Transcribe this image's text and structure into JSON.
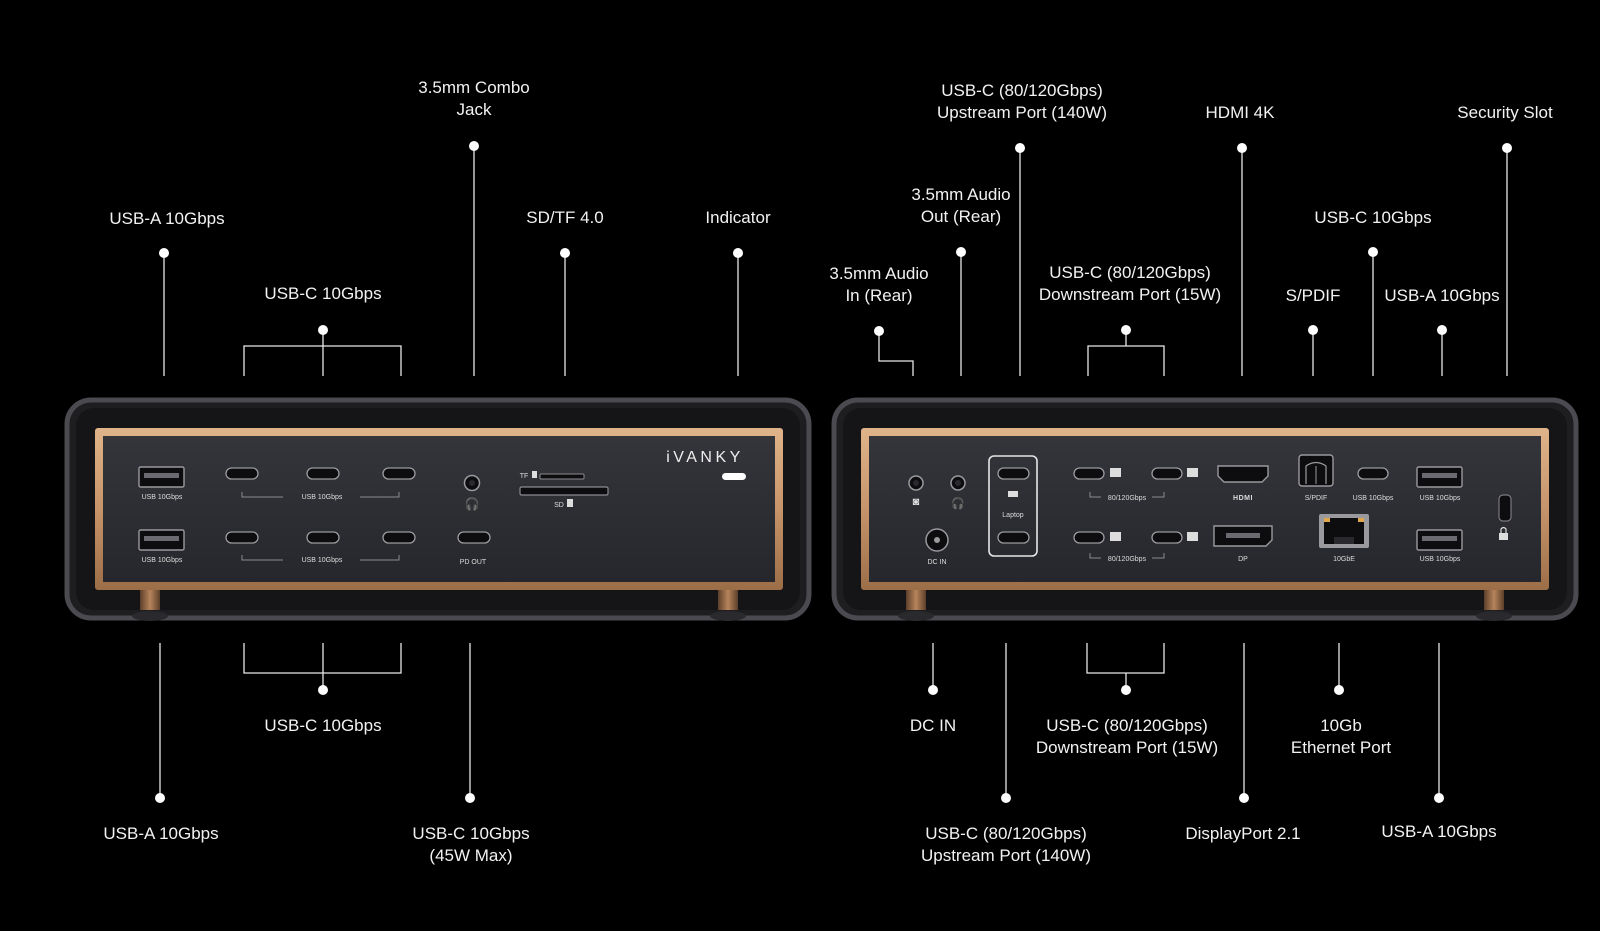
{
  "brand": "iVANKY",
  "colors": {
    "background": "#000000",
    "frame": "#1e1e21",
    "bezel": "#4a4a50",
    "panel": "#2c2d32",
    "gold": "#c6946a",
    "text": "#f2f2f2",
    "port_label": "#dddddd"
  },
  "front": {
    "callouts": [
      {
        "id": "usb-a-top",
        "lines": [
          "USB-A 10Gbps"
        ]
      },
      {
        "id": "usb-c-top",
        "lines": [
          "USB-C 10Gbps"
        ]
      },
      {
        "id": "combo-jack",
        "lines": [
          "3.5mm Combo",
          "Jack"
        ]
      },
      {
        "id": "sd-tf",
        "lines": [
          "SD/TF 4.0"
        ]
      },
      {
        "id": "indicator",
        "lines": [
          "Indicator"
        ]
      },
      {
        "id": "usb-c-bottom",
        "lines": [
          "USB-C 10Gbps"
        ]
      },
      {
        "id": "usb-a-bottom",
        "lines": [
          "USB-A 10Gbps"
        ]
      },
      {
        "id": "usb-c-pd",
        "lines": [
          "USB-C 10Gbps",
          "(45W Max)"
        ]
      }
    ],
    "port_labels": {
      "usb_a_1": "USB 10Gbps",
      "usb_c_1": "USB 10Gbps",
      "usb_a_2": "USB 10Gbps",
      "usb_c_2": "USB 10Gbps",
      "tf": "TF",
      "sd": "SD",
      "pd_out": "PD OUT"
    }
  },
  "rear": {
    "callouts": [
      {
        "id": "upstream-top",
        "lines": [
          "USB-C (80/120Gbps)",
          "Upstream Port (140W)"
        ]
      },
      {
        "id": "hdmi",
        "lines": [
          "HDMI 4K"
        ]
      },
      {
        "id": "security",
        "lines": [
          "Security Slot"
        ]
      },
      {
        "id": "audio-out",
        "lines": [
          "3.5mm Audio",
          "Out (Rear)"
        ]
      },
      {
        "id": "usb-c-10",
        "lines": [
          "USB-C 10Gbps"
        ]
      },
      {
        "id": "audio-in",
        "lines": [
          "3.5mm Audio",
          "In (Rear)"
        ]
      },
      {
        "id": "downstream-top",
        "lines": [
          "USB-C (80/120Gbps)",
          "Downstream Port (15W)"
        ]
      },
      {
        "id": "spdif",
        "lines": [
          "S/PDIF"
        ]
      },
      {
        "id": "usb-a-top",
        "lines": [
          "USB-A 10Gbps"
        ]
      },
      {
        "id": "dc-in",
        "lines": [
          "DC IN"
        ]
      },
      {
        "id": "downstream-bottom",
        "lines": [
          "USB-C (80/120Gbps)",
          "Downstream Port (15W)"
        ]
      },
      {
        "id": "ethernet",
        "lines": [
          "10Gb",
          "Ethernet Port"
        ]
      },
      {
        "id": "upstream-bottom",
        "lines": [
          "USB-C (80/120Gbps)",
          "Upstream Port (140W)"
        ]
      },
      {
        "id": "displayport",
        "lines": [
          "DisplayPort 2.1"
        ]
      },
      {
        "id": "usb-a-bottom",
        "lines": [
          "USB-A 10Gbps"
        ]
      }
    ],
    "port_labels": {
      "dc_in": "DC IN",
      "laptop": "Laptop",
      "tb_1": "80/120Gbps",
      "tb_2": "80/120Gbps",
      "hdmi": "HDMI",
      "dp": "DP",
      "spdif": "S/PDIF",
      "usb_c": "USB 10Gbps",
      "ethernet": "10GbE",
      "usb_a_1": "USB 10Gbps",
      "usb_a_2": "USB 10Gbps"
    }
  }
}
